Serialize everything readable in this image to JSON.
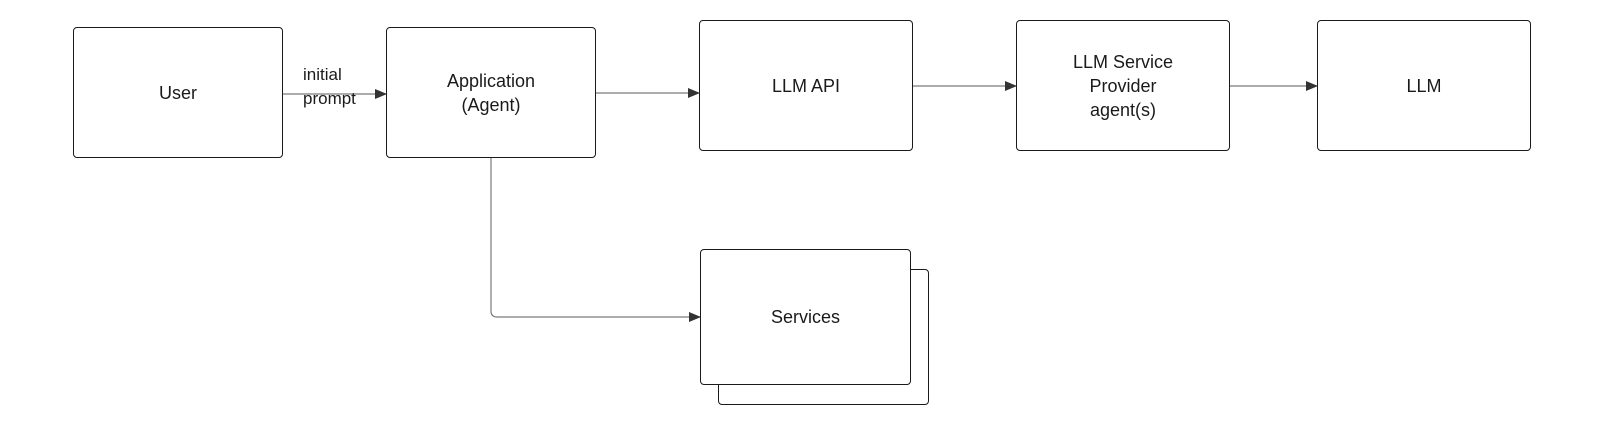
{
  "diagram": {
    "nodes": {
      "user": {
        "label": "User"
      },
      "application": {
        "label": "Application\n(Agent)"
      },
      "llm_api": {
        "label": "LLM API"
      },
      "provider": {
        "label": "LLM Service\nProvider\nagent(s)"
      },
      "llm": {
        "label": "LLM"
      },
      "services": {
        "label": "Services"
      }
    },
    "edges": {
      "user_to_application": {
        "label": "initial\nprompt"
      }
    },
    "colors": {
      "stroke": "#1a1a1a",
      "connector": "#7a7a7a",
      "background": "#ffffff"
    }
  }
}
